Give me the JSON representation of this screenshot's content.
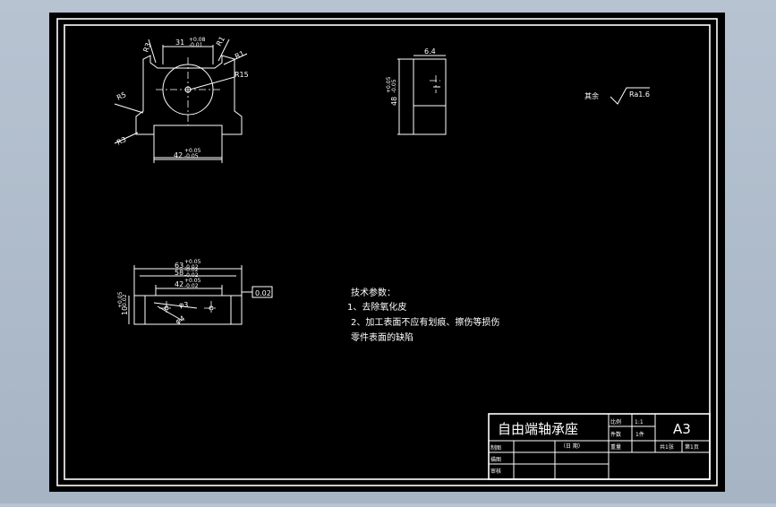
{
  "views": {
    "front": {
      "dims": {
        "top_width": "31",
        "top_width_tol_upper": "+0.08",
        "top_width_tol_lower": "-0.01",
        "bottom_width": "42",
        "bottom_width_tol_upper": "+0.05",
        "bottom_width_tol_lower": "-0.05"
      },
      "radii": [
        "R3",
        "R1",
        "R1",
        "R15",
        "R5",
        "R3"
      ]
    },
    "side": {
      "dims": {
        "width": "6.4",
        "height": "48",
        "height_tol_upper": "+0.05",
        "height_tol_lower": "-0.05"
      }
    },
    "top": {
      "dims": {
        "d1": "63",
        "d1_tol_upper": "+0.05",
        "d1_tol_lower": "-0.02",
        "d2": "58",
        "d2_tol_upper": "-0.02",
        "d2_tol_lower": "-0.02",
        "d3": "42",
        "d3_tol_upper": "+0.05",
        "d3_tol_lower": "-0.02",
        "left_dim": "10",
        "left_tol_upper": "+0.05",
        "left_tol_lower": "-0.02"
      },
      "hole_small": "φ3",
      "hole_large": "φ4",
      "tolerance_frame": "0.02"
    }
  },
  "roughness": {
    "label": "其余",
    "value": "Ra1.6"
  },
  "notes": {
    "title": "技术参数：",
    "items": [
      "1、去除氧化皮",
      "2、加工表面不应有划痕、擦伤等损伤",
      "零件表面的缺陷"
    ]
  },
  "title_block": {
    "part_name": "自由端轴承座",
    "scale_label": "比例",
    "scale_value": "1:1",
    "qty_label": "件数",
    "qty_value": "1件",
    "sheet_size": "A3",
    "drawn_label": "制图",
    "date_label": "（日  期）",
    "weight_label": "重量",
    "sheets_total": "共1张",
    "sheet_no": "第1页",
    "design_label": "描图",
    "check_label": "审核"
  },
  "colors": {
    "background": "#000000",
    "outer": "#a9b6c6",
    "line": "#ffffff"
  }
}
